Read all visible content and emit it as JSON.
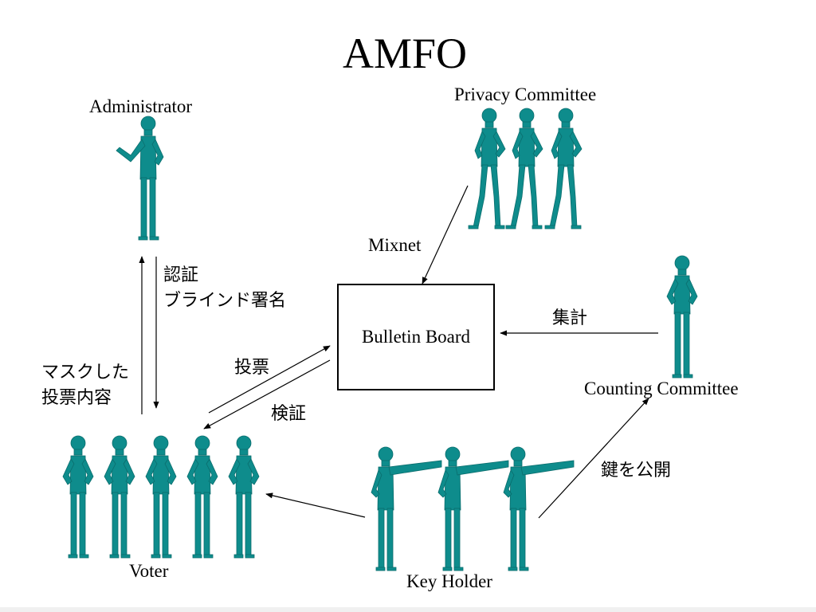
{
  "title": "AMFO",
  "nodes": {
    "administrator": "Administrator",
    "privacy_committee": "Privacy Committee",
    "bulletin_board": "Bulletin Board",
    "counting_committee": "Counting Committee",
    "voter": "Voter",
    "key_holder": "Key Holder"
  },
  "edges": {
    "auth_line1": "認証",
    "auth_line2": "ブラインド署名",
    "masked_line1": "マスクした",
    "masked_line2": "投票内容",
    "mixnet": "Mixnet",
    "tally": "集計",
    "vote": "投票",
    "verify": "検証",
    "publish_key": "鍵を公開"
  },
  "colors": {
    "figure": "#0e8c8c",
    "figure_dark": "#0a6d6d",
    "line": "#000000"
  }
}
